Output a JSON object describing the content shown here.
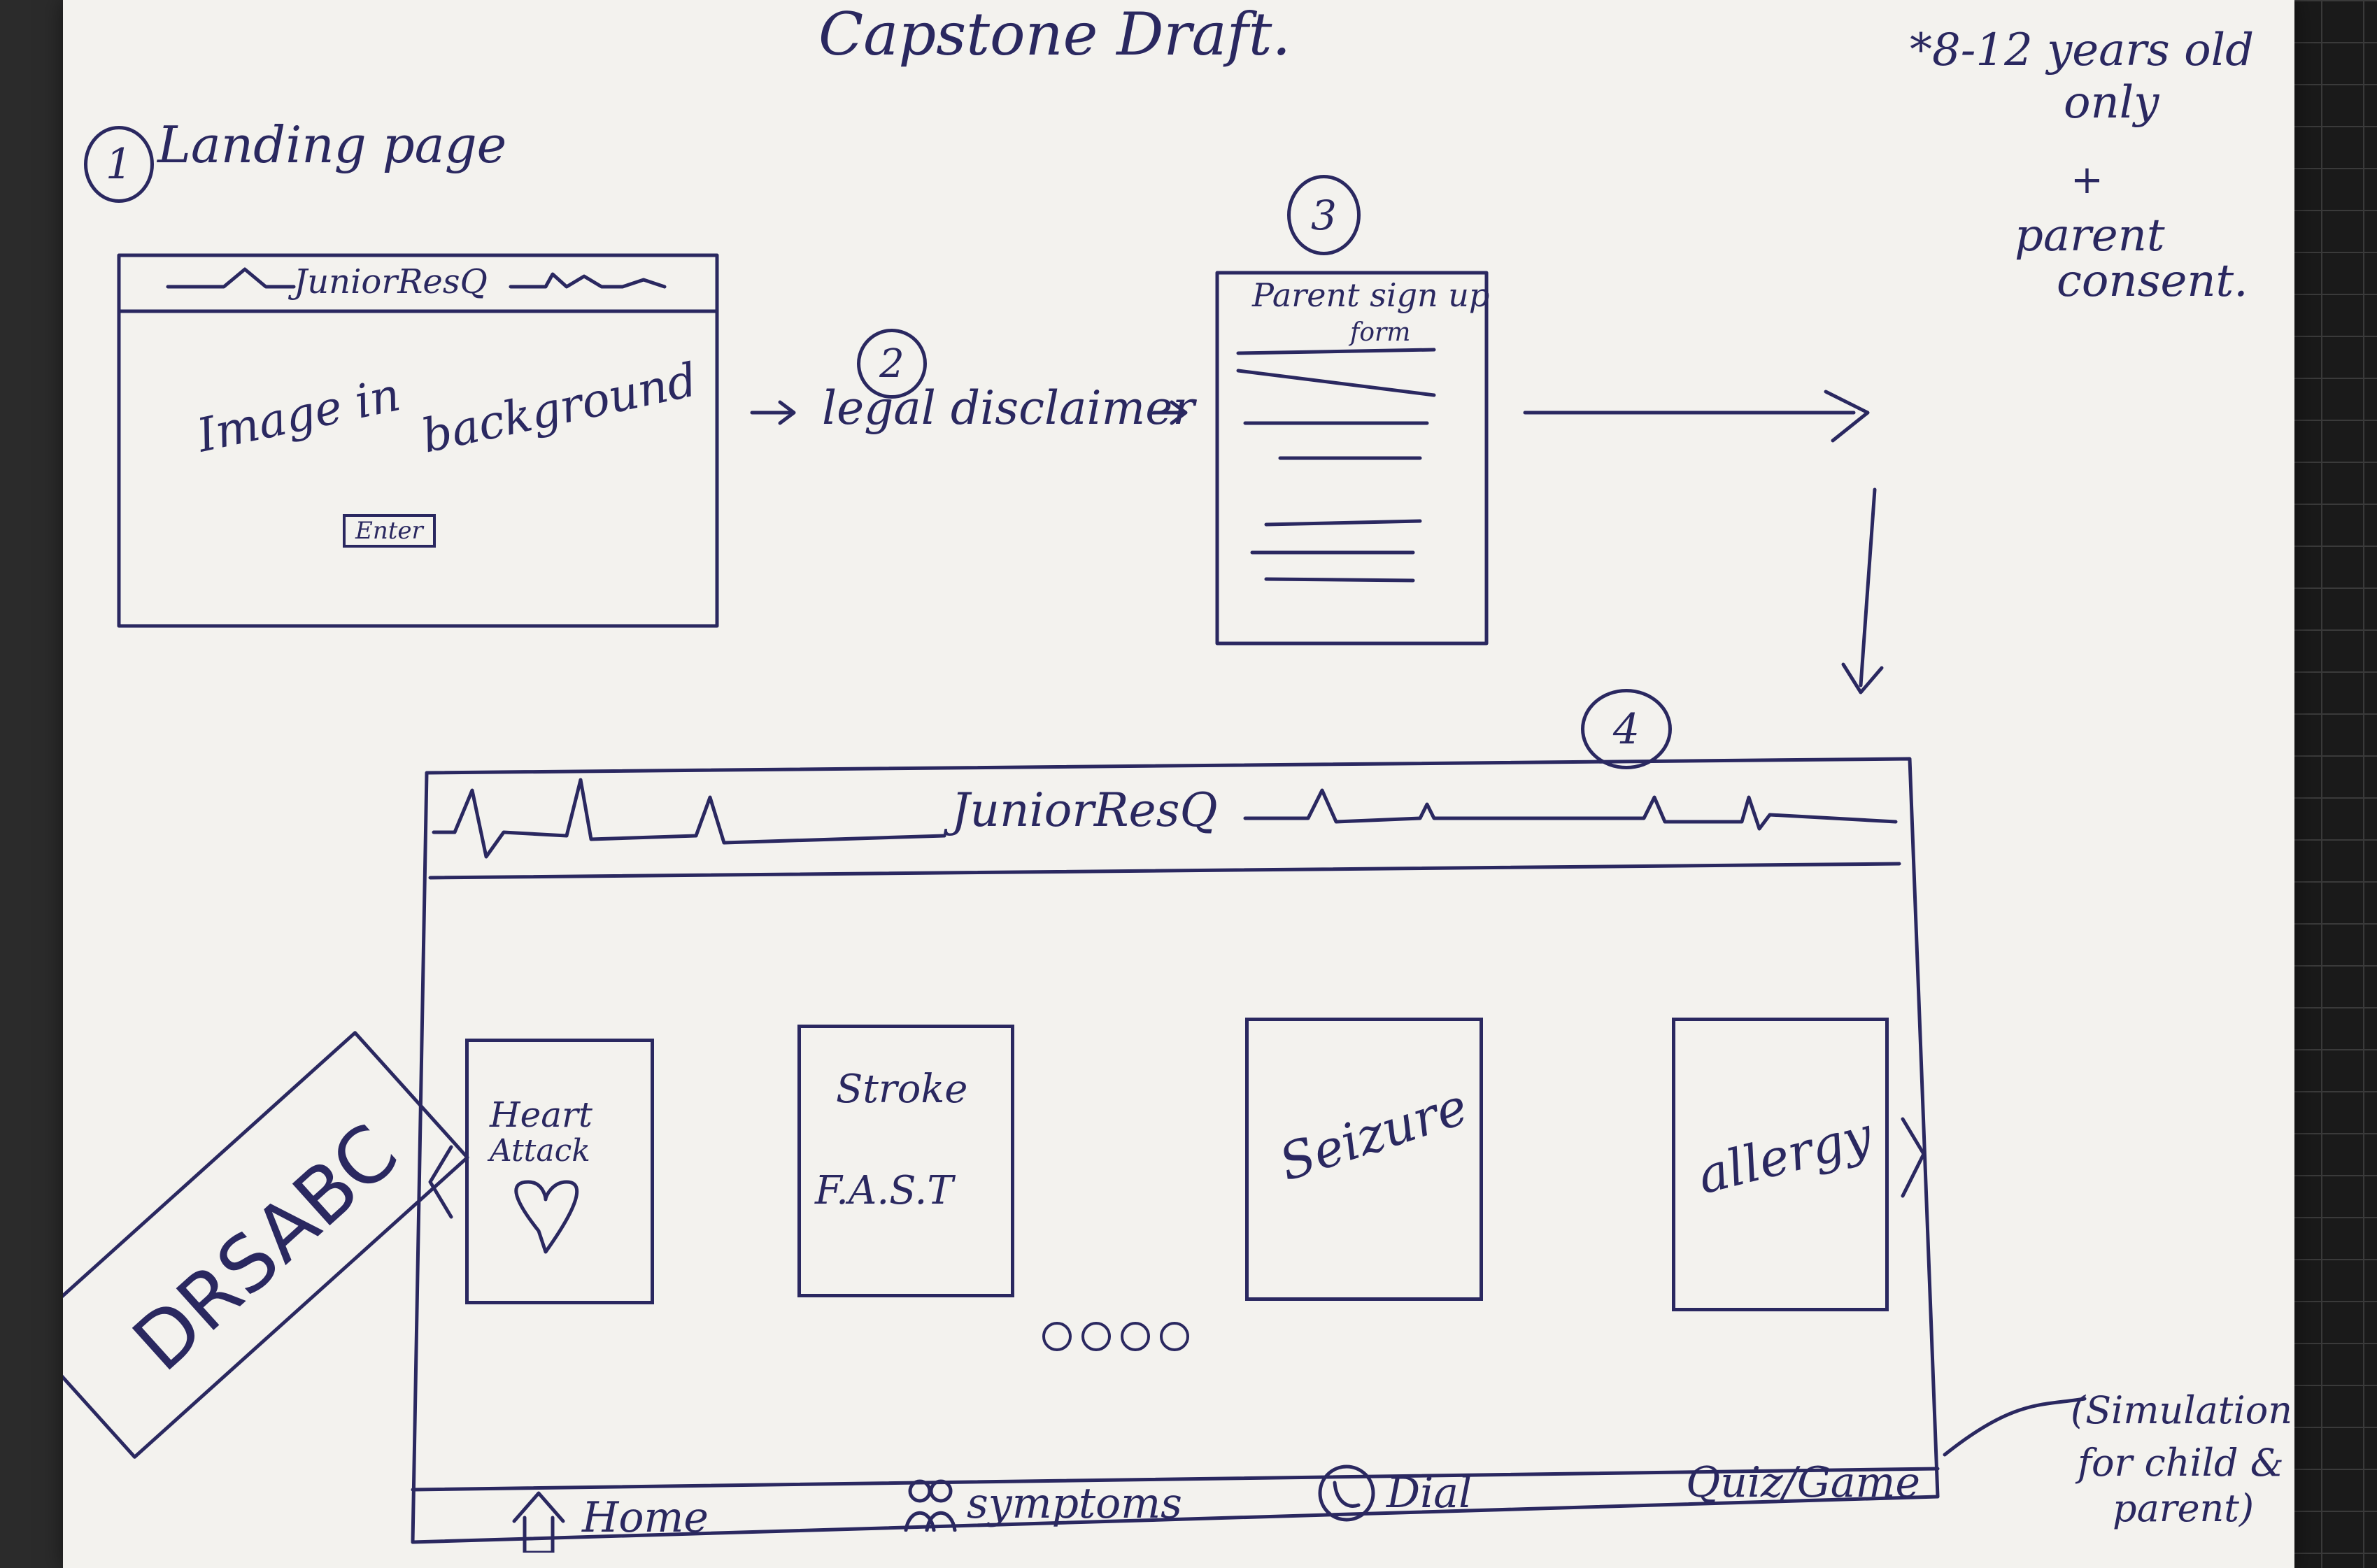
{
  "title": "Capstone Draft.",
  "note": {
    "line1": "*8-12 years old",
    "line2": "only",
    "line3": "+",
    "line4": "parent",
    "line5": "consent."
  },
  "step1": {
    "number": "1",
    "label": "Landing page",
    "window_title": "JuniorResQ",
    "body_text_1": "Image in",
    "body_text_2": "background",
    "enter_label": "Enter"
  },
  "step2": {
    "number": "2",
    "label": "legal disclaimer"
  },
  "step3": {
    "number": "3",
    "form_title": "Parent sign up",
    "form_subtitle": "form"
  },
  "step4": {
    "number": "4",
    "window_title": "JuniorResQ",
    "cards": [
      {
        "label_1": "Heart",
        "label_2": "Attack"
      },
      {
        "label_1": "Stroke",
        "label_2": "F.A.S.T"
      },
      {
        "label_1": "Seizure"
      },
      {
        "label_1": "allergy"
      }
    ],
    "nav": {
      "home": "Home",
      "symptoms": "symptoms",
      "dial": "Dial",
      "quiz": "Quiz/Game"
    }
  },
  "stamp": "DRSABC",
  "sim_note": {
    "line1": "(Simulation",
    "line2": "for child &",
    "line3": "parent)"
  }
}
